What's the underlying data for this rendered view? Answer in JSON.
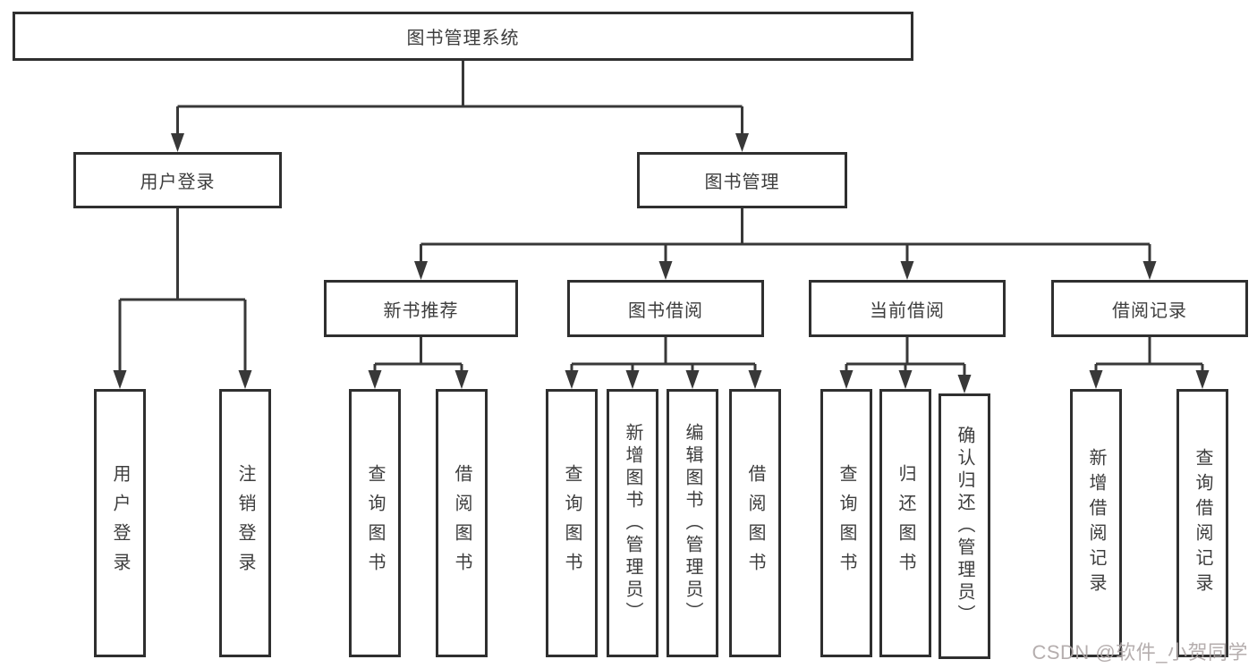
{
  "diagram": {
    "root": {
      "label": "图书管理系统"
    },
    "branches": [
      {
        "label": "用户登录",
        "children": [
          {
            "label": "用户登录"
          },
          {
            "label": "注销登录"
          }
        ]
      },
      {
        "label": "图书管理",
        "children": [
          {
            "label": "新书推荐",
            "children": [
              {
                "label": "查询图书"
              },
              {
                "label": "借阅图书"
              }
            ]
          },
          {
            "label": "图书借阅",
            "children": [
              {
                "label": "查询图书"
              },
              {
                "label": "新增图书（管理员）"
              },
              {
                "label": "编辑图书（管理员）"
              },
              {
                "label": "借阅图书"
              }
            ]
          },
          {
            "label": "当前借阅",
            "children": [
              {
                "label": "查询图书"
              },
              {
                "label": "归还图书"
              },
              {
                "label": "确认归还（管理员）"
              }
            ]
          },
          {
            "label": "借阅记录",
            "children": [
              {
                "label": "新增借阅记录"
              },
              {
                "label": "查询借阅记录"
              }
            ]
          }
        ]
      }
    ]
  },
  "watermark": {
    "text": "CSDN @软件_小贺同学"
  },
  "colors": {
    "background": "#ffffff",
    "line": "#383838",
    "box_border": "#2f2f2f",
    "text": "#3d3d3d",
    "watermark_text": "#ada5a5"
  }
}
